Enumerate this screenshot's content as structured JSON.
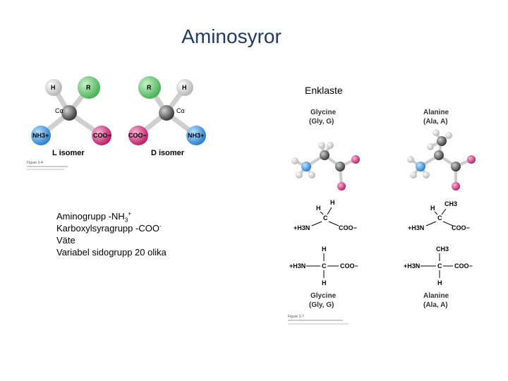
{
  "title": "Aminosyror",
  "subtitle": "Enklaste",
  "bullets": [
    {
      "text": "Aminogrupp -NH",
      "sub": "3",
      "sup": "+"
    },
    {
      "text": "Karboxylsyragrupp -COO",
      "sub": "",
      "sup": "-"
    },
    {
      "text": "Väte",
      "sub": "",
      "sup": ""
    },
    {
      "text": "Variabel sidogrupp 20 olika",
      "sub": "",
      "sup": ""
    }
  ],
  "isomer_figure": {
    "l_label": "L isomer",
    "d_label": "D isomer",
    "atom_h": "H",
    "atom_r": "R",
    "atom_ca": "Cα",
    "atom_nh3": "NH3+",
    "atom_coo": "COO−",
    "caption": "Figure 3-4"
  },
  "amino_figure": {
    "glycine_name": "Glycine",
    "glycine_abbr": "(Gly, G)",
    "alanine_name": "Alanine",
    "alanine_abbr": "(Ala, A)",
    "h": "H",
    "c": "C",
    "ch3": "CH3",
    "nh3": "+H3N",
    "coo": "COO−",
    "caption": "Figure 3-7"
  }
}
